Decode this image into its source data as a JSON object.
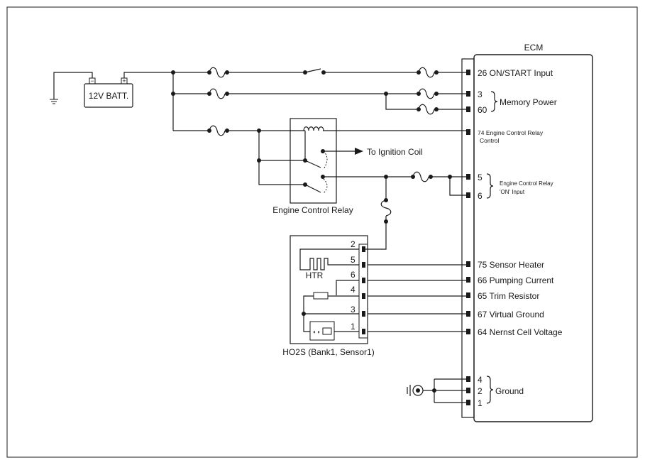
{
  "ecm": {
    "title": "ECM",
    "pins": {
      "p26": "26 ON/START Input",
      "p3": "3",
      "p60": "60",
      "memory_power": "Memory Power",
      "p74_line1": "74 Engine Control Relay",
      "p74_line2": "Control",
      "p5": "5",
      "p6": "6",
      "ecr_on_line1": "Engine Control Relay",
      "ecr_on_line2": "'ON' Input",
      "p75": "75 Sensor Heater",
      "p66": "66 Pumping Current",
      "p65": "65 Trim Resistor",
      "p67": "67 Virtual Ground",
      "p64": "64 Nernst Cell Voltage",
      "g4": "4",
      "g2": "2",
      "g1": "1",
      "ground": "Ground"
    }
  },
  "battery": {
    "label": "12V BATT.",
    "neg": "−",
    "pos": "+"
  },
  "relay": {
    "label": "Engine Control Relay"
  },
  "ignition": {
    "label": "To Ignition Coil"
  },
  "ho2s": {
    "label": "HO2S (Bank1, Sensor1)",
    "htr": "HTR",
    "pins": [
      "2",
      "5",
      "6",
      "4",
      "3",
      "1"
    ]
  }
}
